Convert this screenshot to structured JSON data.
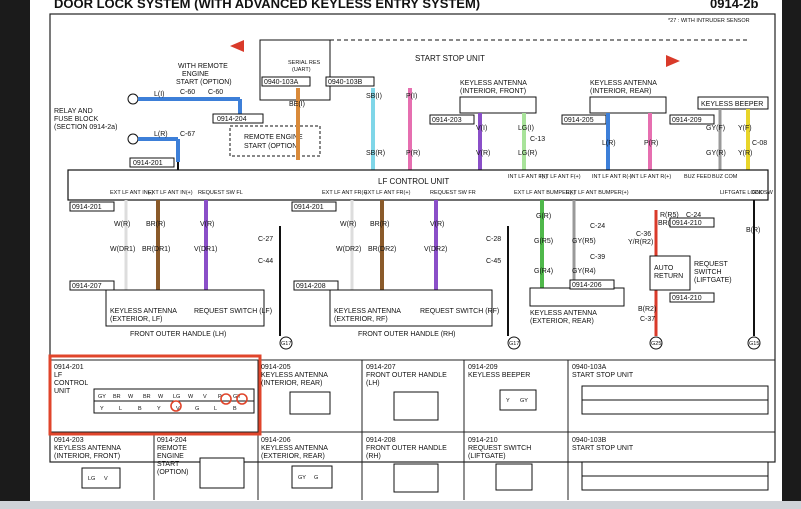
{
  "header": {
    "title_left": "DOOR LOCK SYSTEM (WITH ADVANCED KEYLESS ENTRY SYSTEM)",
    "title_right": "0914-2b"
  },
  "note_intruder": "*27 : WITH INTRUDER SENSOR",
  "relay_block": [
    "RELAY AND",
    "FUSE BLOCK",
    "(SECTION 0914-2a)"
  ],
  "remote_start_opt": [
    "WITH REMOTE",
    "ENGINE",
    "START (OPTION)"
  ],
  "remote_start_box": [
    "REMOTE ENGINE",
    "START (OPTION)"
  ],
  "start_stop_unit": "START STOP UNIT",
  "serial_res": [
    "SERIAL RES",
    "(UART)"
  ],
  "connectors": {
    "c0940_103A": "0940-103A",
    "c0940_103B": "0940-103B",
    "c0914_204": "0914-204",
    "c0914_201": "0914-201",
    "c0914_203": "0914-203",
    "c0914_205": "0914-205",
    "c0914_209": "0914-209",
    "c0914_207": "0914-207",
    "c0914_208": "0914-208",
    "c0914_206": "0914-206",
    "c0914_210": "0914-210"
  },
  "keyless_antenna_front": [
    "KEYLESS ANTENNA",
    "(INTERIOR, FRONT)"
  ],
  "keyless_antenna_rear": [
    "KEYLESS ANTENNA",
    "(INTERIOR, REAR)"
  ],
  "keyless_beeper": "KEYLESS BEEPER",
  "lf_control_unit": "LF CONTROL UNIT",
  "antenna_lf": [
    "KEYLESS ANTENNA",
    "(EXTERIOR, LF)"
  ],
  "req_switch_lf": "REQUEST SWITCH (LF)",
  "front_outer_lh": "FRONT OUTER HANDLE (LH)",
  "antenna_rf": [
    "KEYLESS ANTENNA",
    "(EXTERIOR, RF)"
  ],
  "req_switch_rf": "REQUEST SWITCH (RF)",
  "front_outer_rh": "FRONT OUTER HANDLE (RH)",
  "antenna_rear": [
    "KEYLESS ANTENNA",
    "(EXTERIOR, REAR)"
  ],
  "auto_return": [
    "AUTO",
    "RETURN"
  ],
  "req_switch_liftgate": [
    "REQUEST",
    "SWITCH",
    "(LIFTGATE)"
  ],
  "grounds": [
    "G17",
    "G17",
    "G25",
    "G15"
  ],
  "wire_codes": {
    "c60a": "C-60",
    "c60b": "C-60",
    "c67": "C-67",
    "c13": "C-13",
    "c08": "C-08",
    "c27": "C-27",
    "c44": "C-44",
    "c28": "C-28",
    "c45": "C-45",
    "c24": "C-24",
    "c39": "C-39",
    "c36": "C-36",
    "c37": "C-37",
    "c24b": "C-24"
  },
  "wire_labels": {
    "l_i": "L(I)",
    "l_r": "L(R)",
    "be_i": "BE(I)",
    "sb_i": "SB(I)",
    "p_i": "P(I)",
    "sb_r": "SB(R)",
    "p_r": "P(R)",
    "v_i": "V(I)",
    "lg_i": "LG(I)",
    "v_r": "V(R)",
    "lg_r": "LG(R)",
    "l_r2": "L(R)",
    "p_r2": "P(R)",
    "gy_f": "GY(F)",
    "y_f": "Y(F)",
    "gy_r": "GY(R)",
    "y_r": "Y(R)",
    "w_r": "W(R)",
    "br_r": "BR(R)",
    "v_r3": "V(R)",
    "w_dr1": "W(DR1)",
    "br_dr1": "BR(DR1)",
    "v_dr1": "V(DR1)",
    "w_r4": "W(R)",
    "br_r4": "BR(R)",
    "v_r4": "V(R)",
    "w_dr2": "W(DR2)",
    "br_dr2": "BR(DR2)",
    "v_dr2": "V(DR2)",
    "g_r": "G(R)",
    "gy_r5": "GY(R5)",
    "g_r5": "G(R5)",
    "g_r4": "G(R4)",
    "gy_r4": "GY(R4)",
    "r_r5": "R(R5)",
    "br_r5": "BR(R5)",
    "y_r2": "Y/R(R2)",
    "b_r": "B(R)",
    "b_r2": "B(R2)"
  },
  "lcu_pins": [
    "EXT LF ANT IN(-)",
    "EXT LF ANT IN(+)",
    "REQUEST SW FL",
    "EXT LF ANT FR(-)",
    "EXT LF ANT FR(+)",
    "REQUEST SW FR",
    "EXT LF ANT BUMPER(-)",
    "EXT LF ANT BUMPER(+)",
    "INT LF ANT F(-)",
    "INT LF ANT F(+)",
    "INT LF ANT R(-)",
    "INT LF ANT R(+)",
    "BUZ FEED",
    "BUZ COM",
    "LIFTGATE LOCK SW",
    "GND"
  ],
  "thumbnails": [
    {
      "code": "0914-201",
      "lines": [
        "LF",
        "CONTROL",
        "UNIT"
      ]
    },
    {
      "code": "0914-205",
      "lines": [
        "KEYLESS ANTENNA",
        "(INTERIOR, REAR)"
      ]
    },
    {
      "code": "0914-207",
      "lines": [
        "FRONT OUTER HANDLE",
        "(LH)"
      ]
    },
    {
      "code": "0914-209",
      "lines": [
        "KEYLESS BEEPER"
      ]
    },
    {
      "code": "0940-103A",
      "lines": [
        "START STOP UNIT"
      ]
    },
    {
      "code": "0914-203",
      "lines": [
        "KEYLESS ANTENNA",
        "(INTERIOR, FRONT)"
      ]
    },
    {
      "code": "0914-204",
      "lines": [
        "REMOTE",
        "ENGINE",
        "START",
        "(OPTION)"
      ]
    },
    {
      "code": "0914-206",
      "lines": [
        "KEYLESS ANTENNA",
        "(EXTERIOR, REAR)"
      ]
    },
    {
      "code": "0914-208",
      "lines": [
        "FRONT OUTER HANDLE",
        "(RH)"
      ]
    },
    {
      "code": "0914-210",
      "lines": [
        "REQUEST SWITCH",
        "(LIFTGATE)"
      ]
    },
    {
      "code": "0940-103B",
      "lines": [
        "START STOP UNIT"
      ]
    }
  ],
  "pin_codes": {
    "lcu_row1": [
      "GY",
      "BR",
      "W",
      "BR",
      "W",
      "LG",
      "W",
      "V",
      "P",
      "GY"
    ],
    "lcu_row2": [
      "Y",
      "L",
      "B",
      "Y",
      "V",
      "G",
      "L",
      "B"
    ],
    "ant_front": [
      "LG",
      "V"
    ],
    "beeper": [
      "Y",
      "GY"
    ],
    "ant_rear_ext": [
      "GY",
      "G"
    ]
  },
  "highlight": {
    "color": "#e0452b"
  },
  "colors": {
    "blue": "#3d7fd8",
    "orange": "#d98a3a",
    "purple": "#8a4fc8",
    "green": "#4fb84a",
    "pink": "#e66fb0",
    "yellow": "#e8d52a",
    "cyan": "#7fd6e8",
    "lightgreen": "#a8e39a",
    "red": "#d93a2a",
    "brown": "#8a5a2a",
    "black": "#111111"
  }
}
